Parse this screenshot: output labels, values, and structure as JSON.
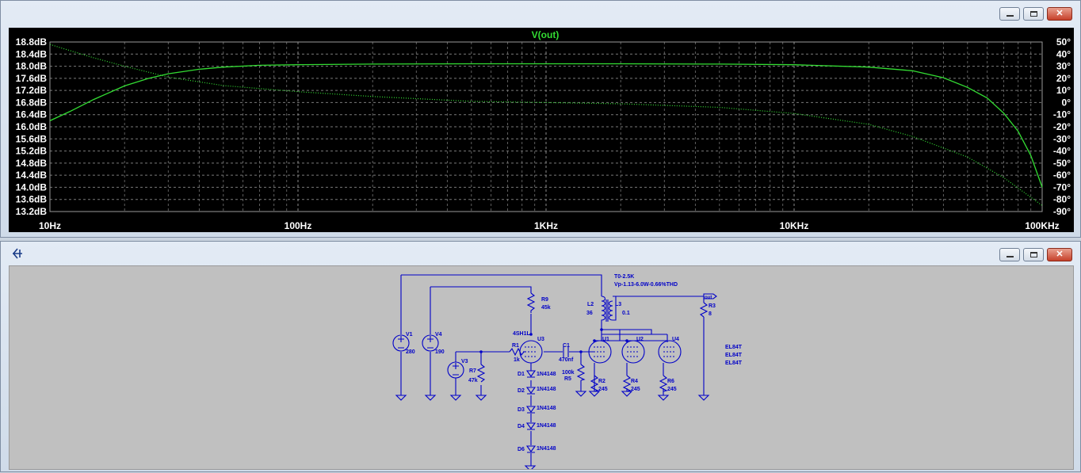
{
  "plot_window": {
    "buttons": {
      "minimize": "minimize",
      "maximize": "maximize",
      "close": "close"
    }
  },
  "chart_data": {
    "type": "line",
    "title": "V(out)",
    "x_scale": "log",
    "x_ticks": [
      "10Hz",
      "100Hz",
      "1KHz",
      "10KHz",
      "100KHz"
    ],
    "xlim": [
      10,
      100000
    ],
    "left_axis": {
      "unit": "dB",
      "ticks": [
        "18.8dB",
        "18.4dB",
        "18.0dB",
        "17.6dB",
        "17.2dB",
        "16.8dB",
        "16.4dB",
        "16.0dB",
        "15.6dB",
        "15.2dB",
        "14.8dB",
        "14.4dB",
        "14.0dB",
        "13.6dB",
        "13.2dB"
      ],
      "ylim": [
        13.2,
        18.8
      ]
    },
    "right_axis": {
      "unit": "°",
      "ticks": [
        "50°",
        "40°",
        "30°",
        "20°",
        "10°",
        "0°",
        "-10°",
        "-20°",
        "-30°",
        "-40°",
        "-50°",
        "-60°",
        "-70°",
        "-80°",
        "-90°"
      ],
      "ylim": [
        -90,
        50
      ]
    },
    "grid": true,
    "series": [
      {
        "kind": "magnitude",
        "color": "#33dd33",
        "style": "solid",
        "axis": "left",
        "x": [
          10,
          12,
          15,
          20,
          25,
          30,
          40,
          50,
          70,
          100,
          200,
          500,
          1000,
          2000,
          5000,
          10000,
          20000,
          30000,
          40000,
          50000,
          60000,
          70000,
          80000,
          90000,
          100000
        ],
        "y": [
          16.2,
          16.5,
          16.9,
          17.35,
          17.6,
          17.75,
          17.9,
          17.97,
          18.03,
          18.05,
          18.07,
          18.08,
          18.08,
          18.08,
          18.07,
          18.05,
          17.97,
          17.85,
          17.62,
          17.3,
          16.95,
          16.45,
          15.85,
          15.05,
          14.0
        ]
      },
      {
        "kind": "phase",
        "color": "#33dd33",
        "style": "dotted",
        "axis": "right",
        "x": [
          10,
          12,
          15,
          20,
          30,
          50,
          100,
          200,
          500,
          1000,
          2000,
          5000,
          10000,
          20000,
          30000,
          50000,
          70000,
          100000
        ],
        "y": [
          48,
          43,
          37,
          30,
          21,
          14,
          9,
          5,
          1,
          0,
          -1,
          -4,
          -9,
          -18,
          -28,
          -45,
          -62,
          -85
        ]
      }
    ]
  },
  "schematic_window": {
    "icon": "probe-cursor-icon",
    "buttons": {
      "minimize": "minimize",
      "maximize": "maximize",
      "close": "close"
    },
    "labels": {
      "xfmr_title": "T0-2.5K",
      "xfmr_spec": "Vp-1.13-6.0W-0.66%THD",
      "out": "out",
      "R3": "R3",
      "R3_val": "8",
      "L2": "L2",
      "L2_val": "36",
      "L3": "L3",
      "L3_val": "0.1",
      "R9": "R9",
      "R9_val": "45k",
      "V1": "V1",
      "V1_val": "280",
      "V4": "V4",
      "V4_val": "190",
      "V3": "V3",
      "R7": "R7",
      "R7_val": "47k",
      "tube_type": "4SH1L",
      "R1": "R1",
      "R1_val": "1k",
      "U3": "U3",
      "C1": "C1",
      "C1_val": "470nf",
      "U1": "U1",
      "U2": "U2",
      "U4": "U4",
      "R5_val": "100k",
      "R5": "R5",
      "R2": "R2",
      "R2_val": "245",
      "R4": "R4",
      "R4_val": "245",
      "R6": "R6",
      "R6_val": "245",
      "D1": "D1",
      "D2": "D2",
      "D3": "D3",
      "D4": "D4",
      "D6": "D6",
      "diode_type": "1N4148",
      "el1": "EL84T",
      "el2": "EL84T",
      "el3": "EL84T"
    }
  }
}
